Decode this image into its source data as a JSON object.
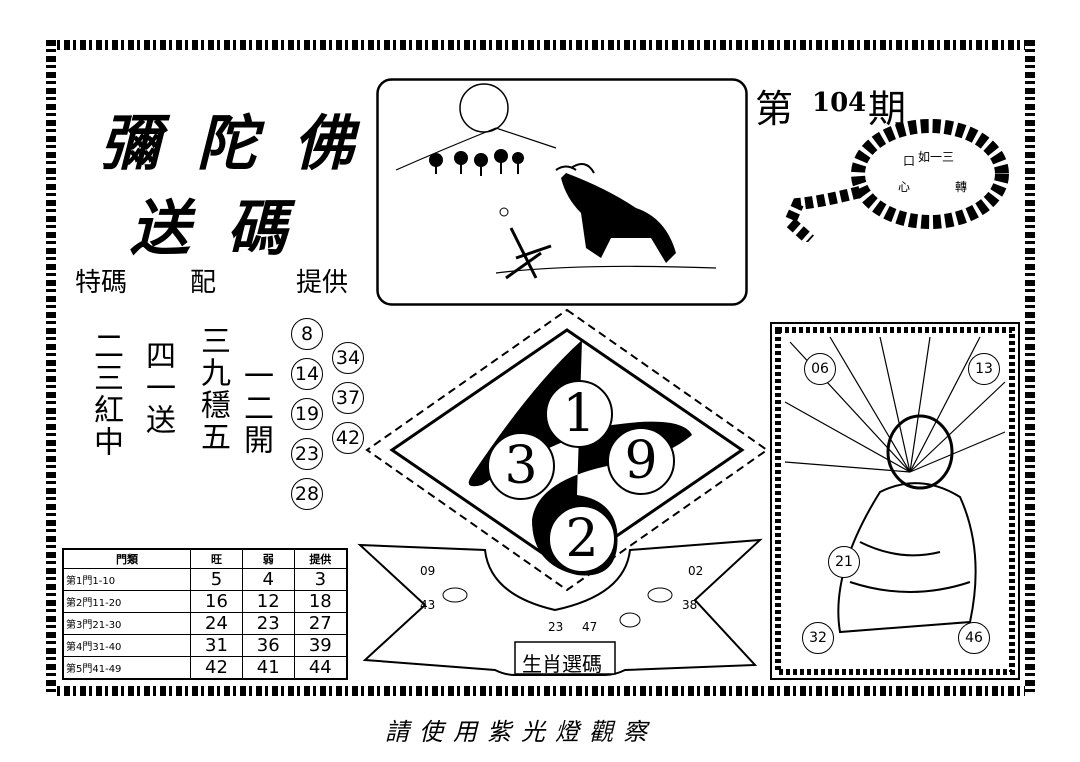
{
  "header": {
    "title_line1": "彌 陀 佛",
    "title_line2": "送 碼",
    "issue_prefix": "第",
    "issue_number": "104",
    "issue_suffix": "期"
  },
  "row_labels": {
    "a": "特碼",
    "b": "配",
    "c": "提供"
  },
  "verses": [
    "二三紅中",
    "四一送",
    "三九穩五",
    "一二開"
  ],
  "circled_left": [
    "8",
    "14",
    "19",
    "23",
    "28"
  ],
  "circled_right": [
    "34",
    "37",
    "42"
  ],
  "bead_text": {
    "t1": "口",
    "t2": "如一三",
    "t3": "心",
    "t4": "轉"
  },
  "table": {
    "headers": [
      "門類",
      "旺",
      "弱",
      "提供"
    ],
    "rows": [
      [
        "第1門1-10",
        "5",
        "4",
        "3"
      ],
      [
        "第2門11-20",
        "16",
        "12",
        "18"
      ],
      [
        "第3門21-30",
        "24",
        "23",
        "27"
      ],
      [
        "第4門31-40",
        "31",
        "36",
        "39"
      ],
      [
        "第5門41-49",
        "42",
        "41",
        "44"
      ]
    ]
  },
  "big_numbers": {
    "n1": "1",
    "n3": "3",
    "n9": "9",
    "n2": "2"
  },
  "zodiac": {
    "label": "生肖選碼",
    "n09": "09",
    "n43": "43",
    "n23": "23",
    "n47": "47",
    "n02": "02",
    "n38": "38"
  },
  "picture_numbers": {
    "a": "06",
    "b": "13",
    "c": "21",
    "d": "32",
    "e": "46"
  },
  "footer": "請使用紫光燈觀察"
}
